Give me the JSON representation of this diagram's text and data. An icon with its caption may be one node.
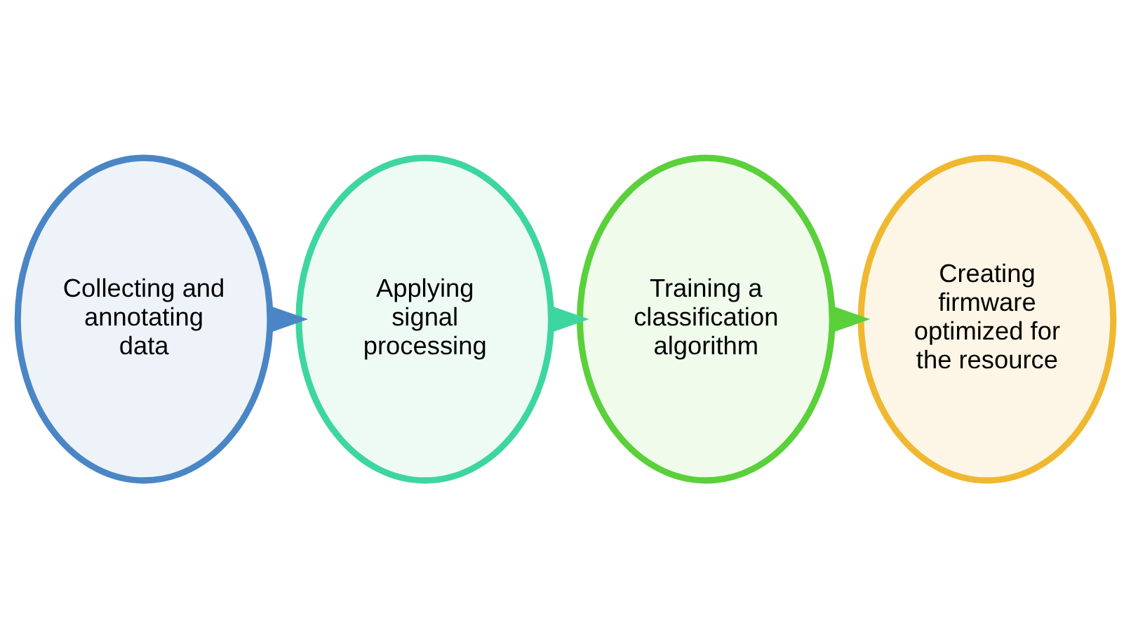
{
  "diagram": {
    "nodes": [
      {
        "text": [
          "Collecting and annotating data"
        ]
      },
      {
        "text": [
          "Applying signal processing"
        ]
      },
      {
        "text": [
          "Training a classification algorithm"
        ]
      },
      {
        "text": [
          "Creating firmware optimized for the resource"
        ]
      }
    ],
    "edges": [
      {
        "from": 0,
        "to": 1,
        "arrow": "to",
        "style": "thick",
        "color": "#4a86c5"
      },
      {
        "from": 1,
        "to": 2,
        "arrow": "to",
        "style": "thick",
        "color": "#3dd6a0"
      },
      {
        "from": 2,
        "to": 3,
        "arrow": "to",
        "style": "thick",
        "color": "#5ad03a"
      }
    ]
  }
}
